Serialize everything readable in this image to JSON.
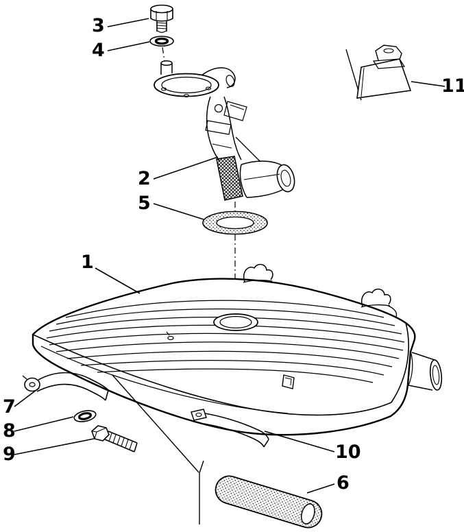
{
  "page": {
    "kind": "exploded-parts-diagram",
    "subject": "fuel-tank-assembly",
    "colors": {
      "line": "#000000",
      "background": "#ffffff"
    }
  },
  "diagram": {
    "callouts": [
      {
        "num": "1",
        "part": "fuel-tank"
      },
      {
        "num": "2",
        "part": "fuel-level-sender-pump-unit"
      },
      {
        "num": "3",
        "part": "screw"
      },
      {
        "num": "4",
        "part": "washer"
      },
      {
        "num": "5",
        "part": "seal-gasket"
      },
      {
        "num": "6",
        "part": "protective-sleeve"
      },
      {
        "num": "7",
        "part": "retaining-strap-left"
      },
      {
        "num": "8",
        "part": "washer"
      },
      {
        "num": "9",
        "part": "bolt"
      },
      {
        "num": "10",
        "part": "retaining-strap-right"
      },
      {
        "num": "11",
        "part": "support-pad"
      }
    ]
  }
}
